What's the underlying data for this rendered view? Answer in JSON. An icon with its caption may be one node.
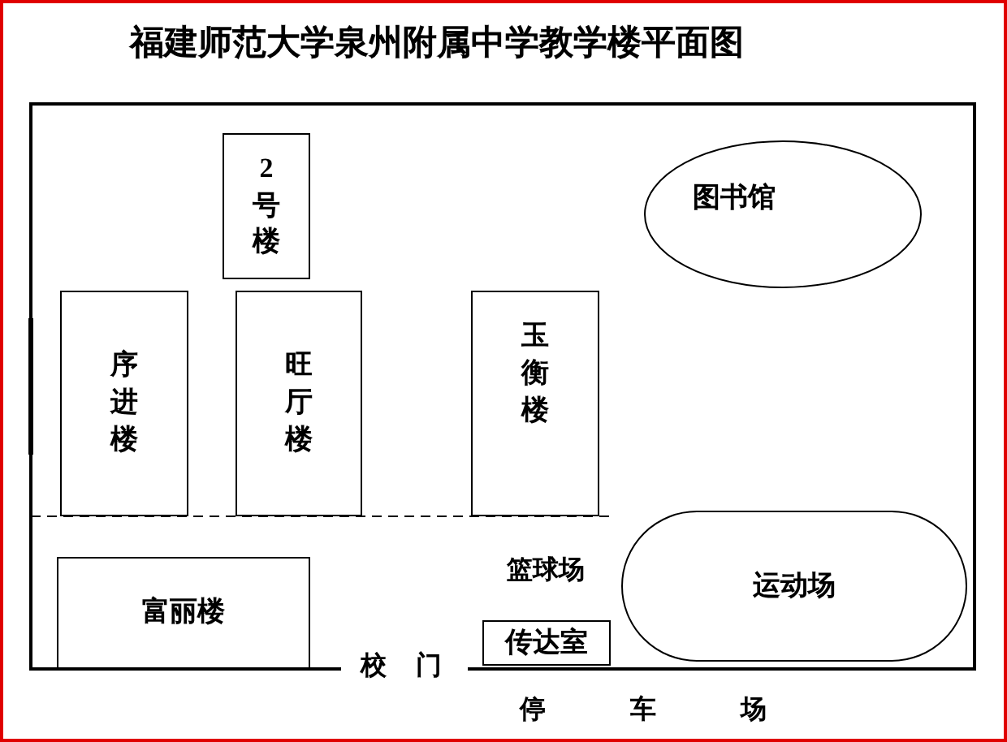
{
  "diagram": {
    "title": "福建师范大学泉州附属中学教学楼平面图",
    "nodes": [
      {
        "text": [
          "2号楼"
        ]
      },
      {
        "text": [
          "图书馆"
        ]
      },
      {
        "text": [
          "序进楼"
        ]
      },
      {
        "text": [
          "旺厅楼"
        ]
      },
      {
        "text": [
          "玉衡楼"
        ]
      },
      {
        "text": [
          "富丽楼"
        ]
      },
      {
        "text": [
          "运动场"
        ]
      },
      {
        "text": [
          "传达室"
        ]
      }
    ],
    "labels": [
      "篮球场",
      "校门",
      "停车场"
    ]
  }
}
